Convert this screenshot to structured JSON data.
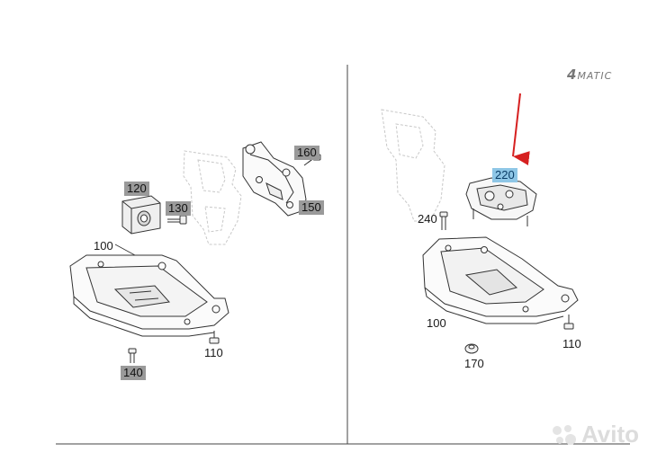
{
  "brand": {
    "mark": "4",
    "text": "MATIC"
  },
  "watermark": {
    "text": "Avito"
  },
  "colors": {
    "highlight_gray": "#9a9a9a",
    "highlight_blue": "#8ec6e6",
    "arrow": "#d62020",
    "line": "#333333",
    "ghost": "#c8c8c8"
  },
  "left_panel": {
    "labels": {
      "p120": "120",
      "p130": "130",
      "p160": "160",
      "p150": "150",
      "p100": "100",
      "p110": "110",
      "p140": "140"
    }
  },
  "right_panel": {
    "labels": {
      "p220": "220",
      "p240": "240",
      "p100": "100",
      "p110": "110",
      "p170": "170"
    }
  }
}
